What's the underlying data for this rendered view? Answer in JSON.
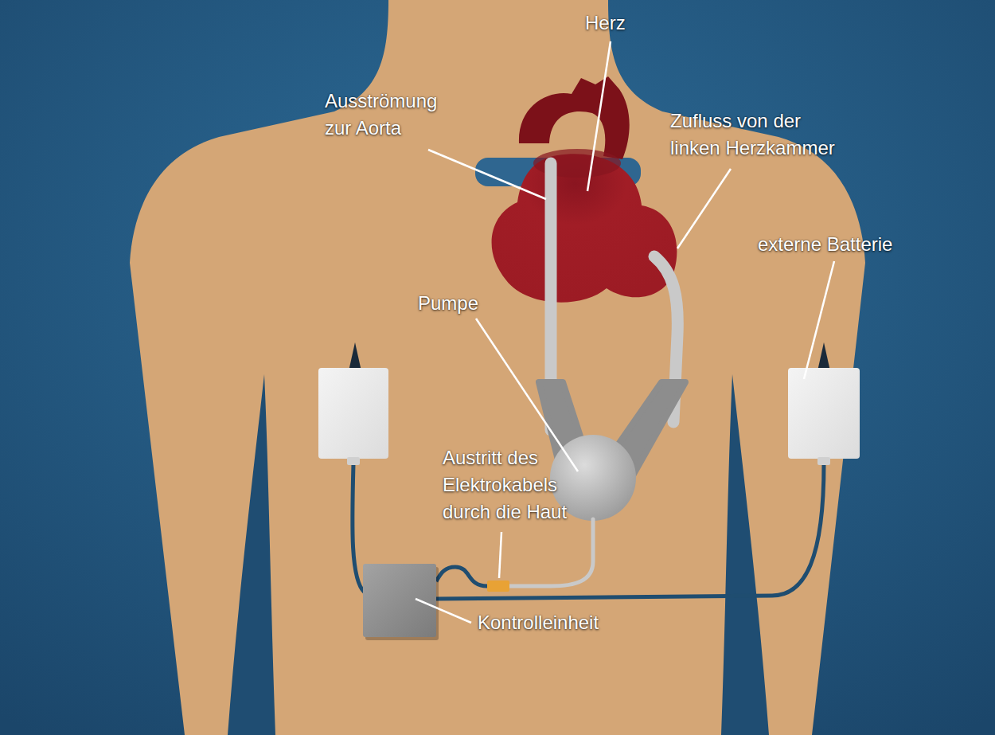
{
  "diagram": {
    "labels": [
      "Herz",
      "Ausströmung zur Aorta",
      "Zufluss von der linken Herzkammer",
      "externe Batterie",
      "Pumpe",
      "Austritt des Elektrokabels durch die Haut",
      "Kontrolleinheit"
    ]
  }
}
